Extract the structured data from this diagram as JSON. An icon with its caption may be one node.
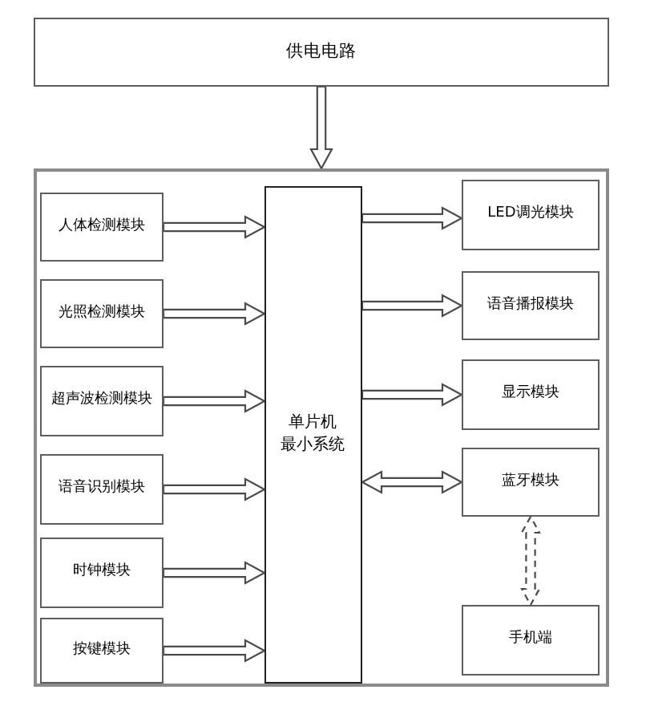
{
  "diagram": {
    "nodes": [
      {
        "text": [
          "供电电路"
        ]
      },
      {
        "text": [],
        "shape": "box"
      },
      {
        "text": [
          "人体检测模块"
        ],
        "in": 1
      },
      {
        "text": [
          "光照检测模块"
        ],
        "in": 1
      },
      {
        "text": [
          "超声波检测模块"
        ],
        "in": 1
      },
      {
        "text": [
          "语音识别模块"
        ],
        "in": 1
      },
      {
        "text": [
          "时钟模块"
        ],
        "in": 1
      },
      {
        "text": [
          "按键模块"
        ],
        "in": 1
      },
      {
        "text": [
          "单片机最小系统"
        ],
        "in": 1
      },
      {
        "text": [
          "LED调光模块"
        ],
        "in": 1
      },
      {
        "text": [
          "语音播报模块"
        ],
        "in": 1
      },
      {
        "text": [
          "显示模块"
        ],
        "in": 1
      },
      {
        "text": [
          "蓝牙模块"
        ],
        "in": 1
      },
      {
        "text": [
          "手机端"
        ],
        "in": 1
      }
    ],
    "edges": [
      {
        "from": 0,
        "to": 1,
        "arrow": "to"
      },
      {
        "from": 2,
        "to": 8,
        "arrow": "to"
      },
      {
        "from": 3,
        "to": 8,
        "arrow": "to"
      },
      {
        "from": 4,
        "to": 8,
        "arrow": "to"
      },
      {
        "from": 5,
        "to": 8,
        "arrow": "to"
      },
      {
        "from": 6,
        "to": 8,
        "arrow": "to"
      },
      {
        "from": 7,
        "to": 8,
        "arrow": "to"
      },
      {
        "from": 8,
        "to": 9,
        "arrow": "to"
      },
      {
        "from": 8,
        "to": 10,
        "arrow": "to"
      },
      {
        "from": 8,
        "to": 11,
        "arrow": "to"
      },
      {
        "from": 8,
        "to": 12,
        "arrow": "both"
      },
      {
        "from": 12,
        "to": 13,
        "arrow": "both",
        "style": "dashed"
      }
    ]
  }
}
